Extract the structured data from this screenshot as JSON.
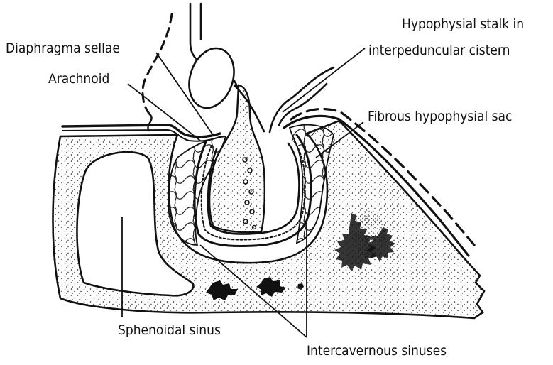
{
  "labels": {
    "hypophysial_stalk_1": "Hypophysial stalk in",
    "hypophysial_stalk_2": "interpeduncular cistern",
    "diaphragma_sellae": "Diaphragma sellae",
    "arachnoid": "Arachnoid",
    "fibrous_sac": "Fibrous hypophysial sac",
    "sphenoidal_sinus": "Sphenoidal sinus",
    "intercavernous_sinuses": "Intercavernous sinuses"
  },
  "colors": {
    "ink": "#111111",
    "paper": "#ffffff"
  }
}
